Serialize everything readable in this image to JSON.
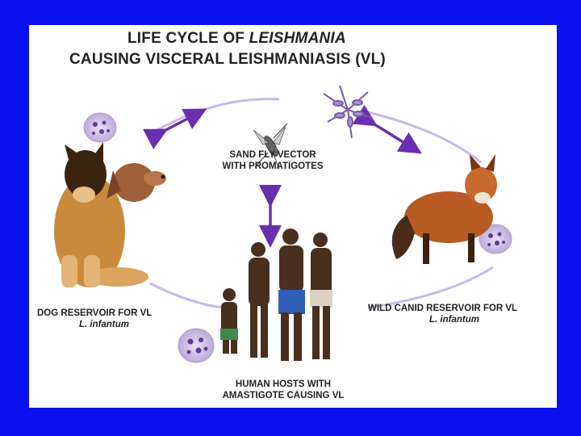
{
  "title": {
    "prefix": "LIFE CYCLE OF ",
    "genus": "LEISHMANIA",
    "line2": "CAUSING VISCERAL LEISHMANIASIS (VL)"
  },
  "vector": {
    "line1": "SAND FLY VECTOR",
    "line2": "WITH PROMATIGOTES"
  },
  "dog": {
    "label": "DOG RESERVOIR FOR VL",
    "species": "L. infantum"
  },
  "wild": {
    "label": "WILD CANID RESERVOIR FOR VL",
    "species": "L. infantum"
  },
  "human": {
    "line1": "HUMAN HOSTS WITH",
    "line2": "AMASTIGOTE CAUSING VL"
  },
  "colors": {
    "frame": "#0a10ee",
    "arrow": "#6a2fb0",
    "cycle": "#c9b8ea"
  }
}
